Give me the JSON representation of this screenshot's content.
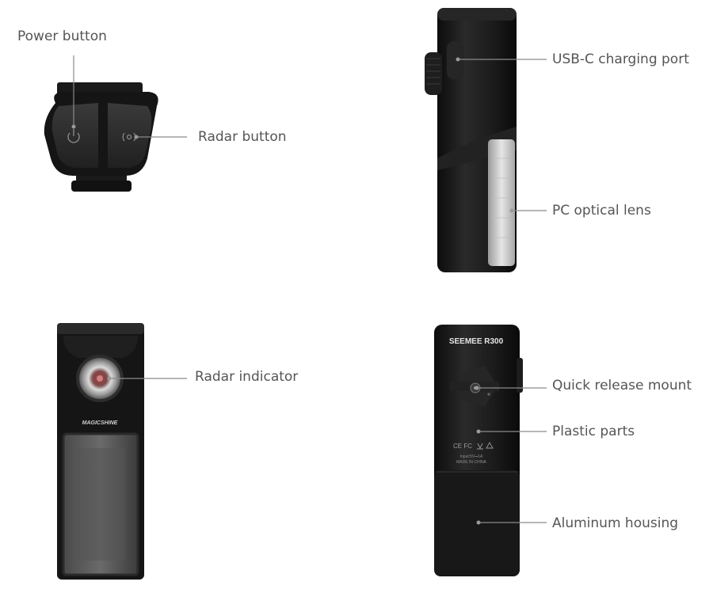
{
  "callouts": {
    "power_button": "Power button",
    "radar_button": "Radar button",
    "usbc_port": "USB-C charging port",
    "pc_lens": "PC optical lens",
    "radar_indicator": "Radar indicator",
    "quick_release": "Quick release mount",
    "plastic_parts": "Plastic parts",
    "aluminum_housing": "Aluminum housing"
  },
  "product": {
    "brand_logo": "MAGICSHINE",
    "model_name": "SEEMEE R300",
    "input_rating": "Input:5V⎓1A",
    "origin": "MADE IN CHINA"
  },
  "colors": {
    "callout_text": "#555555",
    "leader_line": "#8a8a8a",
    "device_body": "#141414",
    "background": "#ffffff"
  }
}
